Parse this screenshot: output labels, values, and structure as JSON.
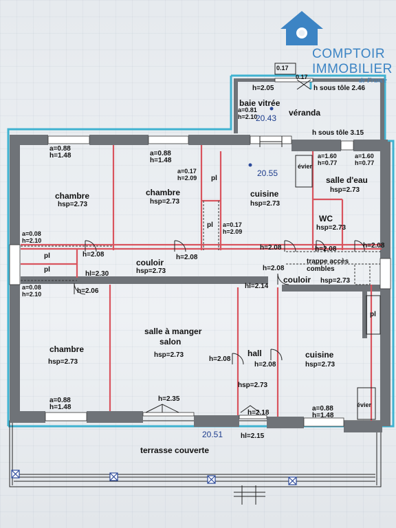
{
  "logo": {
    "brand_line1": "COMPTOIR",
    "brand_line2": "IMMOBILIER",
    "brand_line3": "de France"
  },
  "areas": {
    "veranda": "20.43",
    "main": "20.55",
    "terrace": "20.51"
  },
  "rooms": {
    "baie": "baie vitrée",
    "veranda": "véranda",
    "chambre1": "chambre",
    "chambre2": "chambre",
    "chambre3": "chambre",
    "cuisine1": "cuisine",
    "cuisine2": "cuisine",
    "salle_eau": "salle d'eau",
    "wc": "WC",
    "couloir1": "couloir",
    "couloir2": "couloir",
    "salle_manger": "salle à manger",
    "salon": "salon",
    "hall": "hall",
    "terrasse": "terrasse couverte",
    "evier1": "évier",
    "evier2": "évier",
    "pl1": "pl",
    "pl2": "pl",
    "pl3": "pl",
    "pl4": "pl",
    "pl5": "pl",
    "trappe1": "trappe accès",
    "trappe2": "combles"
  },
  "dims": {
    "veranda_h": "h=2.05",
    "sous_tole1": "h sous tôle 2.46",
    "sous_tole2": "h sous tôle 3.15",
    "baie_a": "a=0.81",
    "baie_h": "h=2.10",
    "top_017": "0.17",
    "top_017b": "0.17",
    "ch1_win_a": "a=0.88",
    "ch1_win_h": "h=1.48",
    "ch2_win_a": "a=0.88",
    "ch2_win_h": "h=1.48",
    "pl_a": "a=0.17",
    "pl_h": "h=2.09",
    "pl2_a": "a=0.17",
    "pl2_h": "h=2.09",
    "se_a1": "a=1.60",
    "se_h1": "h=0.77",
    "se_a2": "a=1.60",
    "se_h2": "h=0.77",
    "ch1_hsp": "hsp=2.73",
    "ch2_hsp": "hsp=2.73",
    "cu1_hsp": "hsp=2.73",
    "se_hsp": "hsp=2.73",
    "wc_hsp": "hsp=2.73",
    "pl_left_a": "a=0.08",
    "pl_left_h": "h=2.10",
    "pl_left2_a": "a=0.08",
    "pl_left2_h": "h=2.10",
    "door_ch1": "h=2.08",
    "door_ch2": "h=2.08",
    "door_cu": "h=2.08",
    "door_wc": "h=2.08",
    "door_se": "h=2.08",
    "door_c2": "h=2.08",
    "hl230": "hl=2.30",
    "couloir_hsp": "hsp=2.73",
    "couloir2_hsp": "hsp=2.73",
    "hl214": "hl=2.14",
    "door_ch3": "h=2.06",
    "sm_hsp": "hsp=2.73",
    "hall_d1": "h=2.08",
    "hall_d2": "h=2.08",
    "hall_hsp": "hsp=2.73",
    "cu2_hsp": "hsp=2.73",
    "ch3_hsp": "hsp=2.73",
    "ch3_win_a": "a=0.88",
    "ch3_win_h": "h=1.48",
    "cu2_win_a": "a=0.88",
    "cu2_win_h": "h=1.48",
    "door_235": "h=2.35",
    "door_218": "h=2.18",
    "hl215": "hl=2.15"
  }
}
